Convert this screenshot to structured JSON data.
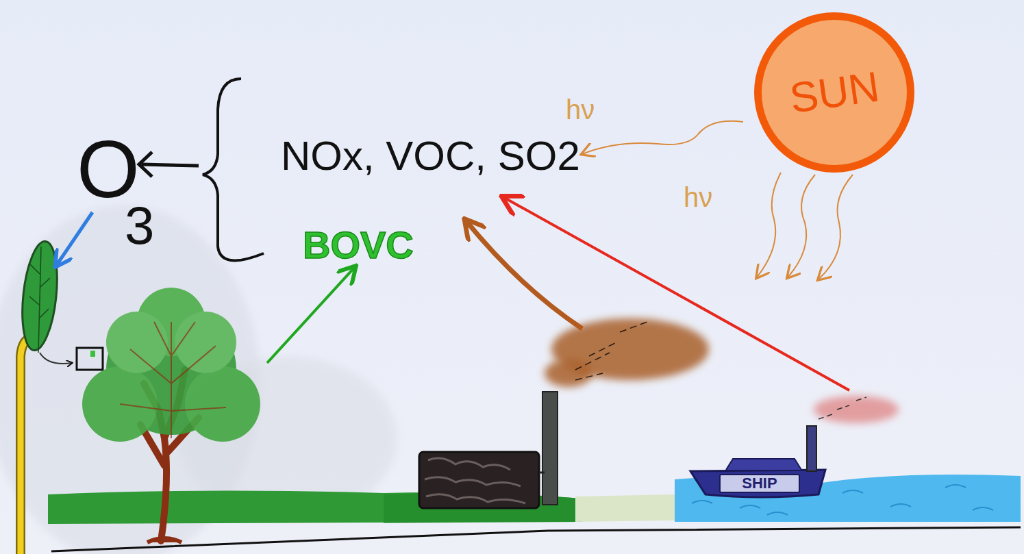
{
  "diagram": {
    "nodes": [
      {
        "text": [
          "SUN"
        ]
      },
      {
        "text": [
          "SHIP"
        ]
      }
    ],
    "labels": [
      "O",
      "3",
      "NOx, VOC, SO2",
      "BOVC",
      "hν",
      "hν"
    ]
  }
}
